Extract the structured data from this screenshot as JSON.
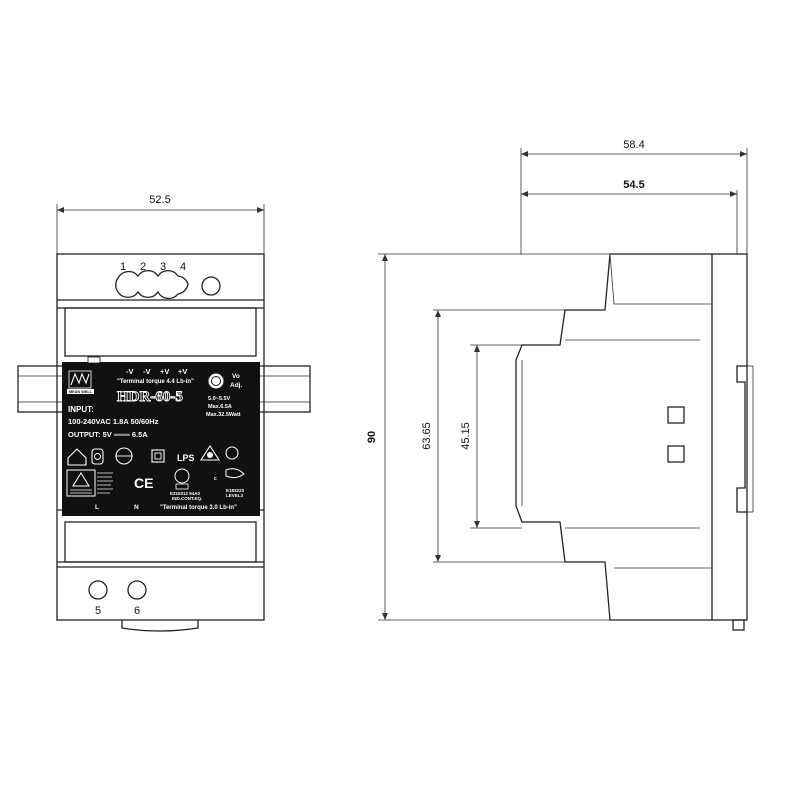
{
  "dimensions": {
    "front_width": "52.5",
    "side_depth_total": "58.4",
    "side_depth_body": "54.5",
    "height": "90",
    "height_mid": "63.65",
    "height_inner": "45.15"
  },
  "terminals": {
    "top_numbers": [
      "1",
      "2",
      "3",
      "4"
    ],
    "bottom_numbers": [
      "5",
      "6"
    ],
    "bottom_labels": [
      "L",
      "N"
    ]
  },
  "label": {
    "top_pins": [
      "-V",
      "-V",
      "+V",
      "+V"
    ],
    "torque_top": "\"Terminal torque 4.4 Lb-in\"",
    "vo_adj": [
      "Vo",
      "Adj."
    ],
    "brand": "MEAN WELL",
    "model": "HDR-60-5",
    "input_title": "INPUT:",
    "input_spec": "100-240VAC  1.8A  50/60Hz",
    "output_spec": "OUTPUT: 5V ═══ 6.5A",
    "voltage_range": "5.0~5.5V",
    "max_current": "Max.6.5A",
    "max_watt": "Max.32.5Watt",
    "lps": "LPS",
    "ce": "CE",
    "ul_cert": [
      "E215312  94A0",
      "IND.CONT.EQ."
    ],
    "level": [
      "E183223",
      "LEVEL3"
    ],
    "torque_bottom": "\"Terminal torque 3.0 Lb-in\""
  },
  "colors": {
    "label_background": "#111111",
    "line": "#222222"
  }
}
